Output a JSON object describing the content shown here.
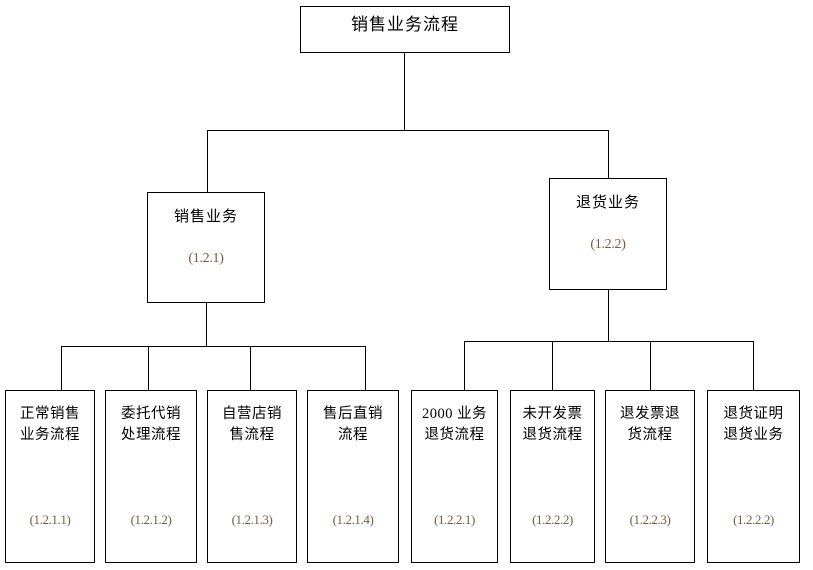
{
  "diagram": {
    "type": "tree",
    "orientation": "top-down",
    "title": "销售业务流程",
    "colors": {
      "box_border": "#000000",
      "box_fill": "#ffffff",
      "text": "#000000",
      "code_text": "#7a5c3a",
      "connector": "#000000",
      "background": "#ffffff"
    },
    "root": {
      "label": "销售业务流程",
      "code": ""
    },
    "level2": [
      {
        "label": "销售业务",
        "code": "(1.2.1)"
      },
      {
        "label": "退货业务",
        "code": "(1.2.2)"
      }
    ],
    "level3_left": [
      {
        "label": "正常销售\n业务流程",
        "code": "(1.2.1.1)"
      },
      {
        "label": "委托代销\n处理流程",
        "code": "(1.2.1.2)"
      },
      {
        "label": "自营店销\n售流程",
        "code": "(1.2.1.3)"
      },
      {
        "label": "售后直销\n流程",
        "code": "(1.2.1.4)"
      }
    ],
    "level3_right": [
      {
        "label": "2000 业务\n退货流程",
        "code": "(1.2.2.1)"
      },
      {
        "label": "未开发票\n退货流程",
        "code": "(1.2.2.2)"
      },
      {
        "label": "退发票退\n货流程",
        "code": "(1.2.2.3)"
      },
      {
        "label": "退货证明\n退货业务",
        "code": "(1.2.2.2)"
      }
    ]
  }
}
